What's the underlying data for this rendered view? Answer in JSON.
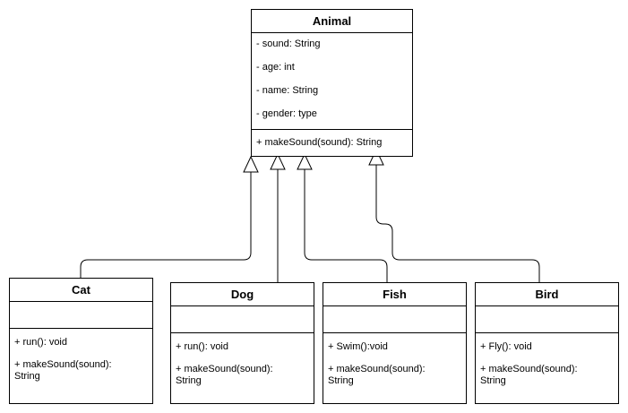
{
  "classes": {
    "animal": {
      "name": "Animal",
      "attributes": [
        "- sound: String",
        "- age: int",
        "- name: String",
        "- gender: type"
      ],
      "methods": [
        "+ makeSound(sound): String"
      ]
    },
    "cat": {
      "name": "Cat",
      "attributes": [],
      "methods": [
        "+ run(): void",
        "+ makeSound(sound):",
        "String"
      ]
    },
    "dog": {
      "name": "Dog",
      "attributes": [],
      "methods": [
        "+ run(): void",
        "+ makeSound(sound):",
        "String"
      ]
    },
    "fish": {
      "name": "Fish",
      "attributes": [],
      "methods": [
        "+ Swim():void",
        "+ makeSound(sound):",
        "String"
      ]
    },
    "bird": {
      "name": "Bird",
      "attributes": [],
      "methods": [
        "+ Fly(): void",
        "+ makeSound(sound):",
        "String"
      ]
    }
  },
  "relations": [
    {
      "from": "cat",
      "to": "animal",
      "type": "generalization"
    },
    {
      "from": "dog",
      "to": "animal",
      "type": "generalization"
    },
    {
      "from": "fish",
      "to": "animal",
      "type": "generalization"
    },
    {
      "from": "bird",
      "to": "animal",
      "type": "generalization"
    }
  ]
}
